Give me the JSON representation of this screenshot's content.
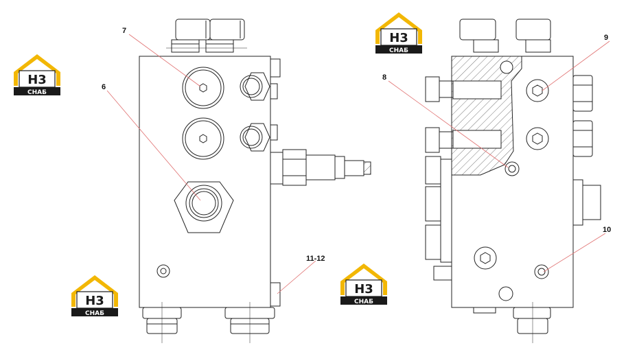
{
  "colors": {
    "logo_yellow": "#f2b705",
    "logo_dark": "#1a1a1a",
    "leader_red": "#e07070",
    "line": "#222222"
  },
  "logo": {
    "text_main": "H3",
    "text_sub": "СНАБ"
  },
  "callouts": [
    {
      "id": "c6",
      "label": "6"
    },
    {
      "id": "c7",
      "label": "7"
    },
    {
      "id": "c8",
      "label": "8"
    },
    {
      "id": "c9",
      "label": "9"
    },
    {
      "id": "c10",
      "label": "10"
    },
    {
      "id": "c11",
      "label": "11-12"
    }
  ]
}
